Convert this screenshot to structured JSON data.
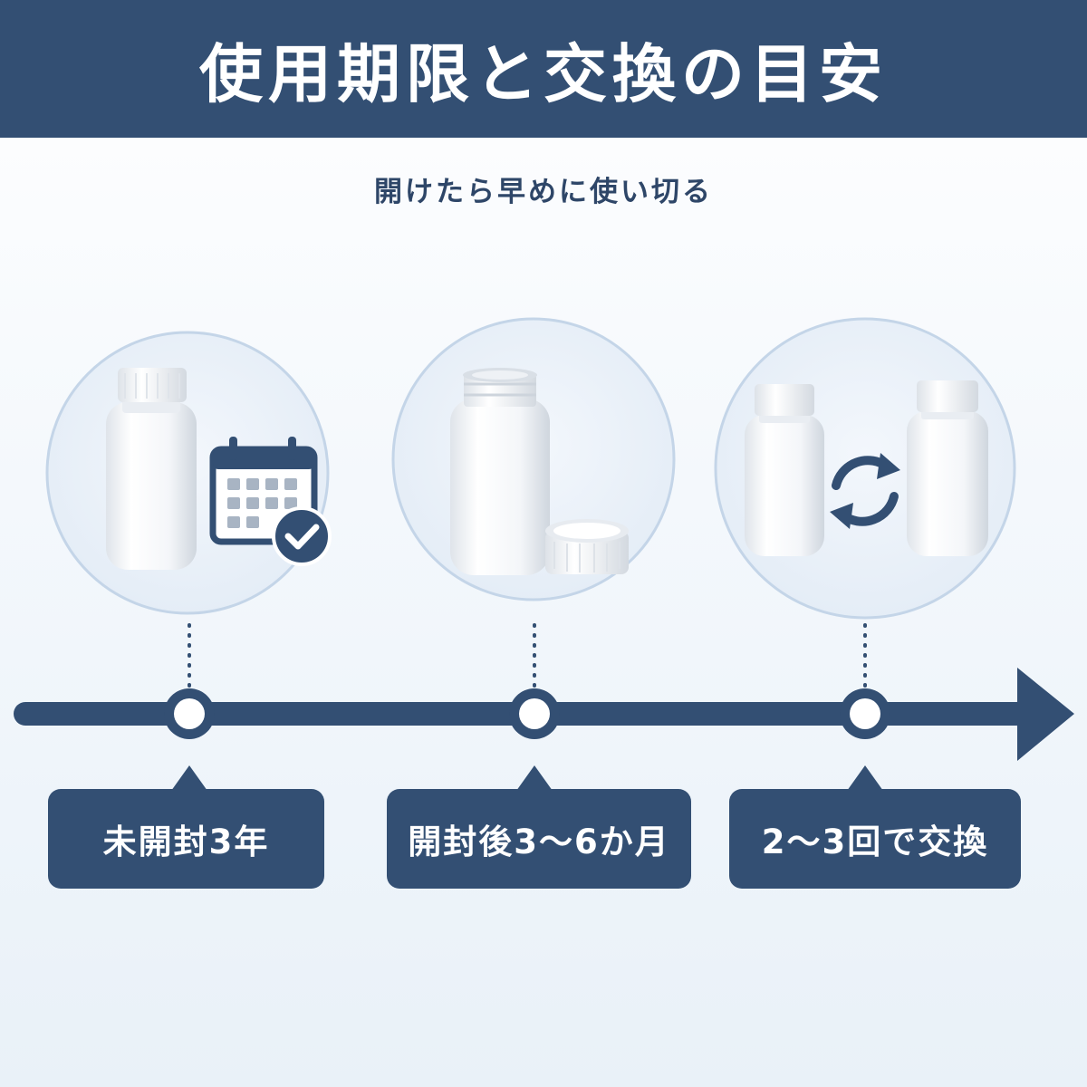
{
  "header": {
    "title": "使用期限と交換の目安"
  },
  "subtitle": "開けたら早めに使い切る",
  "colors": {
    "navy": "#334f73",
    "circle_fill": "#e8f0f8",
    "circle_ring": "#c4d5e8",
    "white": "#ffffff"
  },
  "stages": [
    {
      "label": "未開封3年",
      "icon": "sealed-bottle-with-calendar-check-icon"
    },
    {
      "label": "開封後3〜6か月",
      "icon": "open-bottle-with-cap-icon"
    },
    {
      "label": "2〜3回で交換",
      "icon": "two-bottles-refresh-icon"
    }
  ]
}
